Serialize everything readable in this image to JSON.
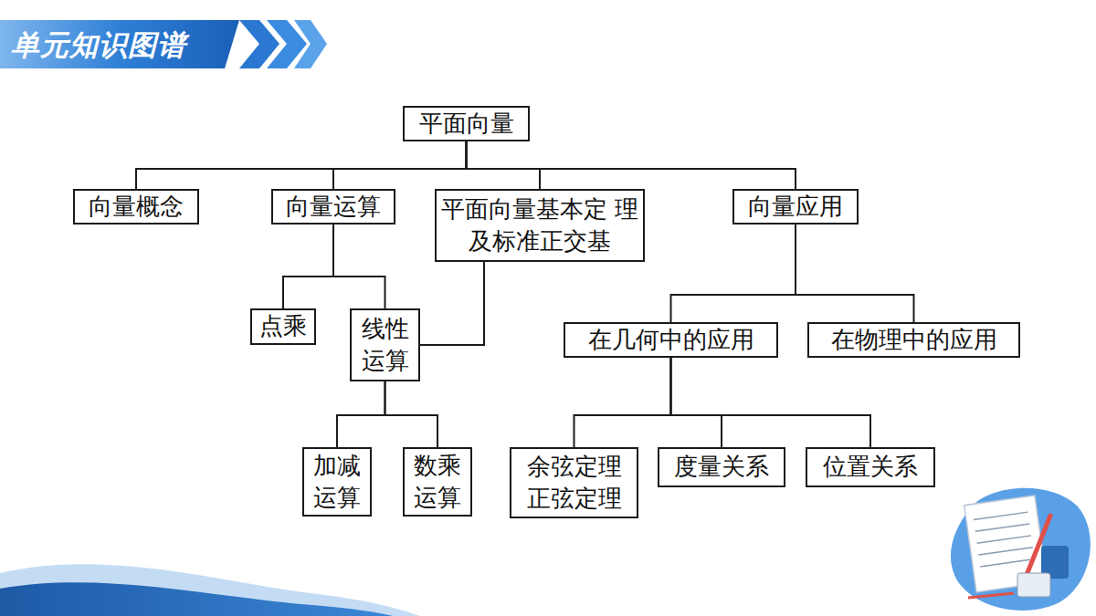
{
  "diagram": {
    "title": "单元知识图谱",
    "nodes": [
      {
        "text": [
          "平面向量"
        ]
      },
      {
        "text": [
          "向量概念"
        ]
      },
      {
        "text": [
          "向量运算"
        ]
      },
      {
        "text": [
          "平面向量基本定 理及标准正交基"
        ]
      },
      {
        "text": [
          "向量应用"
        ]
      },
      {
        "text": [
          "点乘"
        ]
      },
      {
        "text": [
          "线性 运算"
        ]
      },
      {
        "text": [
          "在几何中的应用"
        ]
      },
      {
        "text": [
          "在物理中的应用"
        ]
      },
      {
        "text": [
          "加减 运算"
        ]
      },
      {
        "text": [
          "数乘 运算"
        ]
      },
      {
        "text": [
          "余弦定理 正弦定理"
        ]
      },
      {
        "text": [
          "度量关系"
        ]
      },
      {
        "text": [
          "位置关系"
        ]
      }
    ],
    "edges": [
      {
        "from": 0,
        "to": 1,
        "arrow": "none"
      },
      {
        "from": 0,
        "to": 2,
        "arrow": "none"
      },
      {
        "from": 0,
        "to": 3,
        "arrow": "none"
      },
      {
        "from": 0,
        "to": 4,
        "arrow": "none"
      },
      {
        "from": 2,
        "to": 5,
        "arrow": "none"
      },
      {
        "from": 2,
        "to": 6,
        "arrow": "none"
      },
      {
        "from": 3,
        "to": 6,
        "arrow": "none"
      },
      {
        "from": 4,
        "to": 7,
        "arrow": "none"
      },
      {
        "from": 4,
        "to": 8,
        "arrow": "none"
      },
      {
        "from": 6,
        "to": 9,
        "arrow": "none"
      },
      {
        "from": 6,
        "to": 10,
        "arrow": "none"
      },
      {
        "from": 7,
        "to": 11,
        "arrow": "none"
      },
      {
        "from": 7,
        "to": 12,
        "arrow": "none"
      },
      {
        "from": 7,
        "to": 13,
        "arrow": "none"
      }
    ]
  }
}
